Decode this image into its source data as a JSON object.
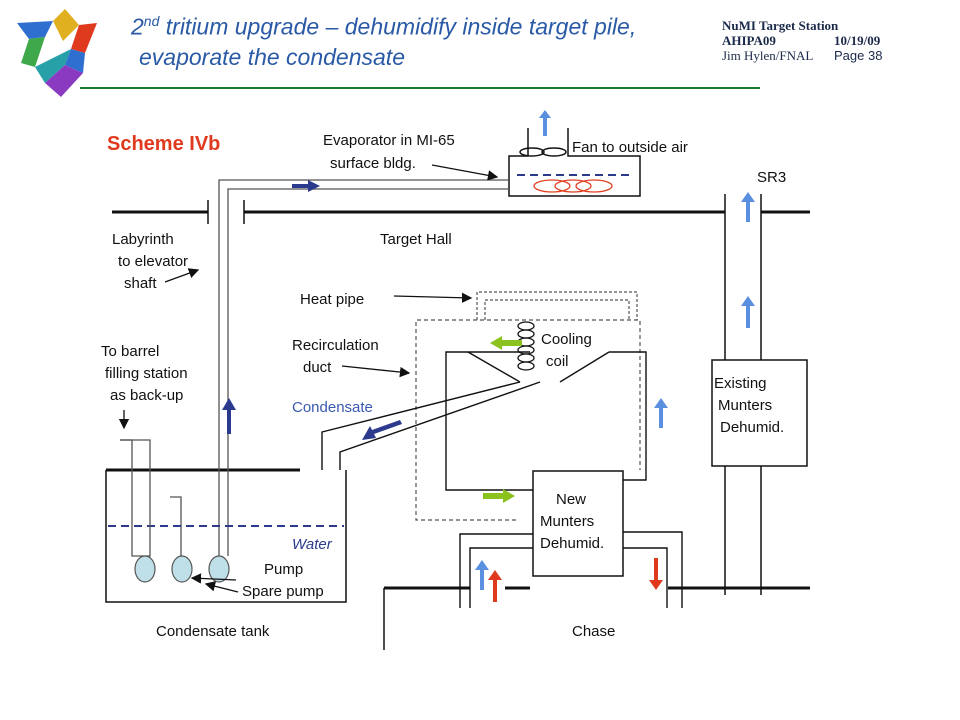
{
  "slide": {
    "title_prefix": "2",
    "title_sup": "nd",
    "title_rest": " tritium upgrade – dehumidify inside target pile,",
    "title_line2": "evaporate the condensate"
  },
  "header": {
    "station": "NuMI Target Station",
    "meeting": "AHIPA09",
    "date": "10/19/09",
    "author": "Jim Hylen/FNAL",
    "page": "Page 38"
  },
  "diagram": {
    "scheme": "Scheme IVb",
    "labels": {
      "evaporator_1": "Evaporator in MI-65",
      "evaporator_2": "surface bldg.",
      "fan": "Fan to outside air",
      "sr3": "SR3",
      "labyrinth_1": "Labyrinth",
      "labyrinth_2": "to elevator",
      "labyrinth_3": "shaft",
      "target_hall": "Target Hall",
      "heat_pipe": "Heat pipe",
      "recirc_1": "Recirculation",
      "recirc_2": "duct",
      "cooling_1": "Cooling",
      "cooling_2": "coil",
      "barrel_1": "To barrel",
      "barrel_2": "filling station",
      "barrel_3": "as back-up",
      "condensate": "Condensate",
      "existing_1": "Existing",
      "existing_2": "Munters",
      "existing_3": "Dehumid.",
      "new_1": "New",
      "new_2": "Munters",
      "new_3": "Dehumid.",
      "water": "Water",
      "pump": "Pump",
      "spare_pump": "Spare pump",
      "condensate_tank": "Condensate tank",
      "chase": "Chase"
    },
    "colors": {
      "blue_arrow": "#5b8fe0",
      "navy_arrow": "#2b3a8c",
      "green_arrow": "#8cc21e",
      "red_arrow": "#e03a1e",
      "scheme_red": "#e03a1e",
      "water_blue": "#2b3a8c",
      "pump_fill": "#bfe0e8",
      "coil_red": "#e04020"
    }
  }
}
